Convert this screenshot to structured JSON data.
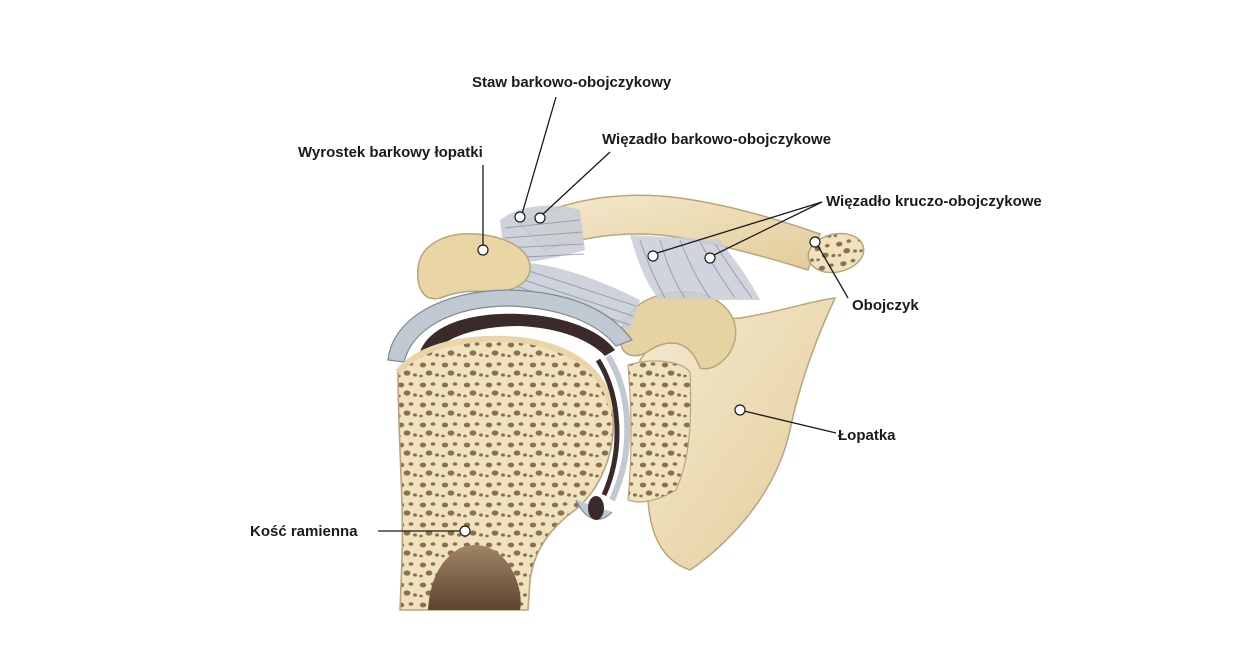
{
  "labels": {
    "ac_joint": "Staw barkowo-obojczykowy",
    "acromion": "Wyrostek barkowy łopatki",
    "ac_ligament": "Więzadło barkowo-obojczykowe",
    "cc_ligament": "Więzadło kruczo-obojczykowe",
    "clavicle": "Obojczyk",
    "scapula": "Łopatka",
    "humerus": "Kość ramienna"
  },
  "colors": {
    "bone": "#f0e2bd",
    "bone_outline": "#b8a57c",
    "cancellous_hole": "#8a6f52",
    "ligament": "#c9cdd6",
    "cartilage": "#c0c8d2",
    "joint_dark": "#3b2a2a",
    "marrow": "#7b5f45",
    "line": "#1a1a1a"
  }
}
